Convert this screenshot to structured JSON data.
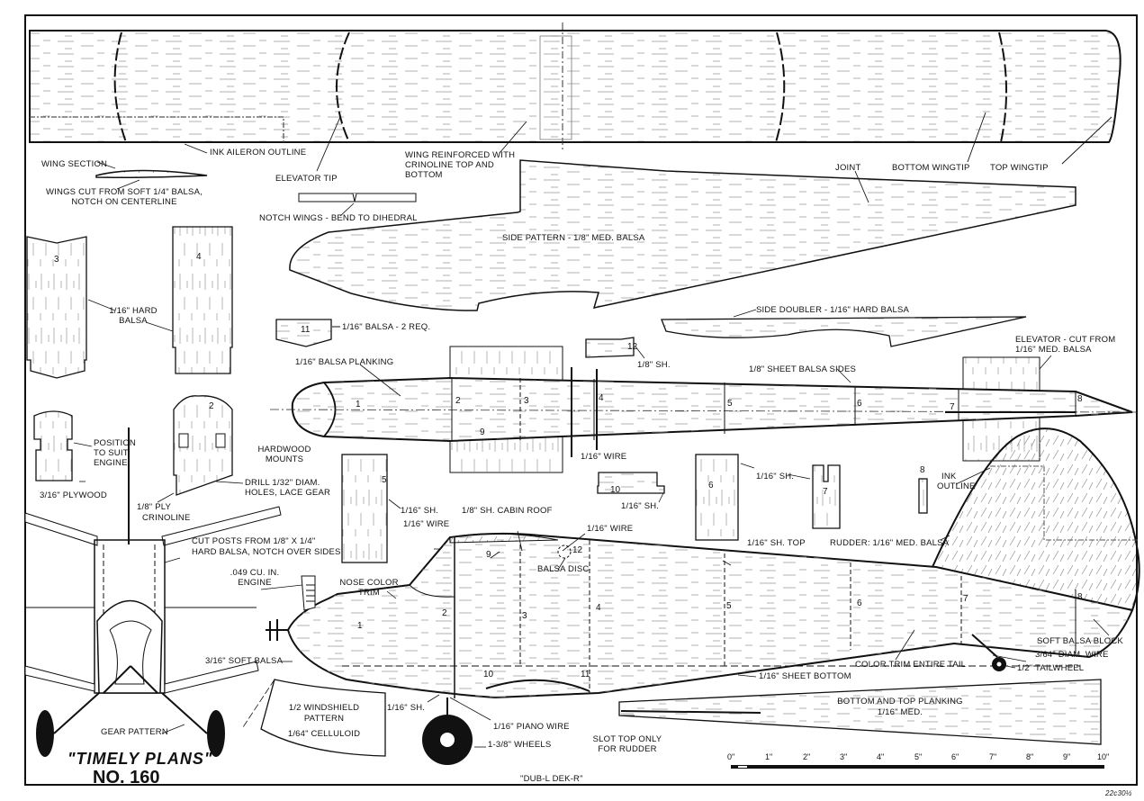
{
  "plan": {
    "title": "\"TIMELY PLANS\"",
    "number": "NO. 160",
    "model_name": "\"DUB-L DEK-R\"",
    "sheet_mark": "22c30½"
  },
  "labels": {
    "ink_aileron_outline": "INK AILERON OUTLINE",
    "elevator_tip": "ELEVATOR TIP",
    "wing_reinforced": [
      "WING REINFORCED WITH",
      "CRINOLINE TOP AND",
      "BOTTOM"
    ],
    "bottom_wingtip": "BOTTOM WINGTIP",
    "top_wingtip": "TOP WINGTIP",
    "joint": "JOINT",
    "wing_section": "WING SECTION",
    "wings_cut": [
      "WINGS CUT FROM SOFT 1/4\" BALSA,",
      "NOTCH ON CENTERLINE"
    ],
    "notch_wings": "NOTCH WINGS - BEND TO DIHEDRAL",
    "side_pattern": "SIDE PATTERN - 1/8\" MED. BALSA",
    "hard_balsa": [
      "1/16\" HARD",
      "BALSA"
    ],
    "balsa_2req": "1/16\" BALSA - 2 REQ.",
    "side_doubler": "SIDE DOUBLER - 1/16\" HARD BALSA",
    "eighth_sh": "1/8\" SH.",
    "elevator_cut": [
      "ELEVATOR - CUT FROM",
      "1/16\" MED. BALSA"
    ],
    "balsa_planking": "1/16\" BALSA PLANKING",
    "sheet_balsa_sides": "1/8\" SHEET BALSA SIDES",
    "position_engine": [
      "POSITION",
      "TO SUIT",
      "ENGINE"
    ],
    "plywood": "3/16\" PLYWOOD",
    "hardwood_mounts": [
      "HARDWOOD",
      "MOUNTS"
    ],
    "drill_holes": [
      "DRILL 1/32\" DIAM.",
      "HOLES, LACE GEAR"
    ],
    "ply_crinoline": [
      "1/8\" PLY",
      "CRINOLINE"
    ],
    "cut_posts": [
      "CUT POSTS FROM 1/8\" X 1/4\"",
      "HARD BALSA, NOTCH OVER SIDES"
    ],
    "wire_top": "1/16\" WIRE",
    "sixteenth_sh_5": "1/16\" SH.",
    "sixteenth_sh_10": "1/16\" SH.",
    "sixteenth_sh_6": "1/16\" SH.",
    "ink_outline": [
      "INK",
      "OUTLINE"
    ],
    "wire_left": "1/16\" WIRE",
    "cabin_roof": "1/8\" SH. CABIN ROOF",
    "wire_side": "1/16\" WIRE",
    "balsa_disc": "BALSA DISC",
    "sh_top": "1/16\" SH. TOP",
    "rudder": "RUDDER: 1/16\" MED. BALSA",
    "engine": [
      ".049 CU. IN.",
      "ENGINE"
    ],
    "nose_trim": [
      "NOSE COLOR",
      "TRIM"
    ],
    "soft_balsa": "3/16\" SOFT BALSA",
    "soft_balsa_block": "SOFT BALSA BLOCK",
    "diam_wire": "3/64\" DIAM. WIRE",
    "tailwheel": "1/2\" TAILWHEEL",
    "color_trim_tail": "COLOR TRIM ENTIRE TAIL",
    "sheet_bottom": "1/16\" SHEET BOTTOM",
    "windshield": [
      "1/2 WINDSHIELD",
      "PATTERN",
      "1/64\" CELLULOID"
    ],
    "gear_pattern": "GEAR PATTERN",
    "sh_bottom_left": "1/16\" SH.",
    "piano_wire": "1/16\" PIANO WIRE",
    "wheels": "1-3/8\" WHEELS",
    "slot_top": [
      "SLOT TOP ONLY",
      "FOR RUDDER"
    ],
    "bottom_top_planking": [
      "BOTTOM AND TOP PLANKING",
      "1/16\" MED."
    ]
  },
  "part_numbers": {
    "p3": "3",
    "p4": "4",
    "p11": "11",
    "p12": "12",
    "p2": "2",
    "p5": "5",
    "p10": "10",
    "p6": "6",
    "p7": "7",
    "p8": "8",
    "fus_top": [
      "1",
      "2",
      "3",
      "4",
      "5",
      "6",
      "7",
      "8",
      "9"
    ],
    "fus_side": [
      "1",
      "2",
      "3",
      "4",
      "5",
      "6",
      "7",
      "8",
      "9",
      "10",
      "11",
      "12"
    ]
  },
  "scale_bar": {
    "ticks": [
      "0\"",
      "1\"",
      "2\"",
      "3\"",
      "4\"",
      "5\"",
      "6\"",
      "7\"",
      "8\"",
      "9\"",
      "10\""
    ]
  }
}
